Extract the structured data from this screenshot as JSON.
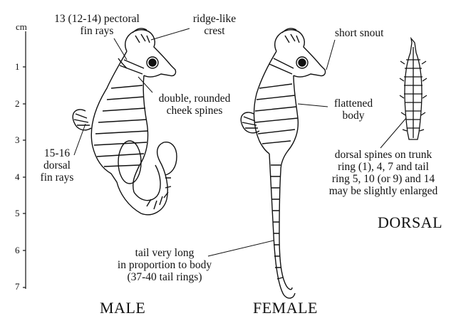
{
  "scale": {
    "unit": "cm",
    "ticks": [
      "1",
      "2",
      "3",
      "4",
      "5",
      "6",
      "7"
    ]
  },
  "labels": {
    "pectoral": [
      "13 (12-14) pectoral",
      "fin rays"
    ],
    "ridge": [
      "ridge-like",
      "crest"
    ],
    "cheek": [
      "double, rounded",
      "cheek spines"
    ],
    "dorsal_rays": [
      "15-16",
      "dorsal",
      "fin rays"
    ],
    "snout": "short snout",
    "flattened": [
      "flattened",
      "body"
    ],
    "dorsal_spines": [
      "dorsal spines on trunk",
      "ring (1), 4, 7 and tail",
      "ring 5, 10 (or 9) and 14",
      "may be slightly enlarged"
    ],
    "tail": [
      "tail very long",
      "in proportion to body",
      "(37-40 tail rings)"
    ]
  },
  "views": {
    "male": "MALE",
    "female": "FEMALE",
    "dorsal": "DORSAL"
  }
}
